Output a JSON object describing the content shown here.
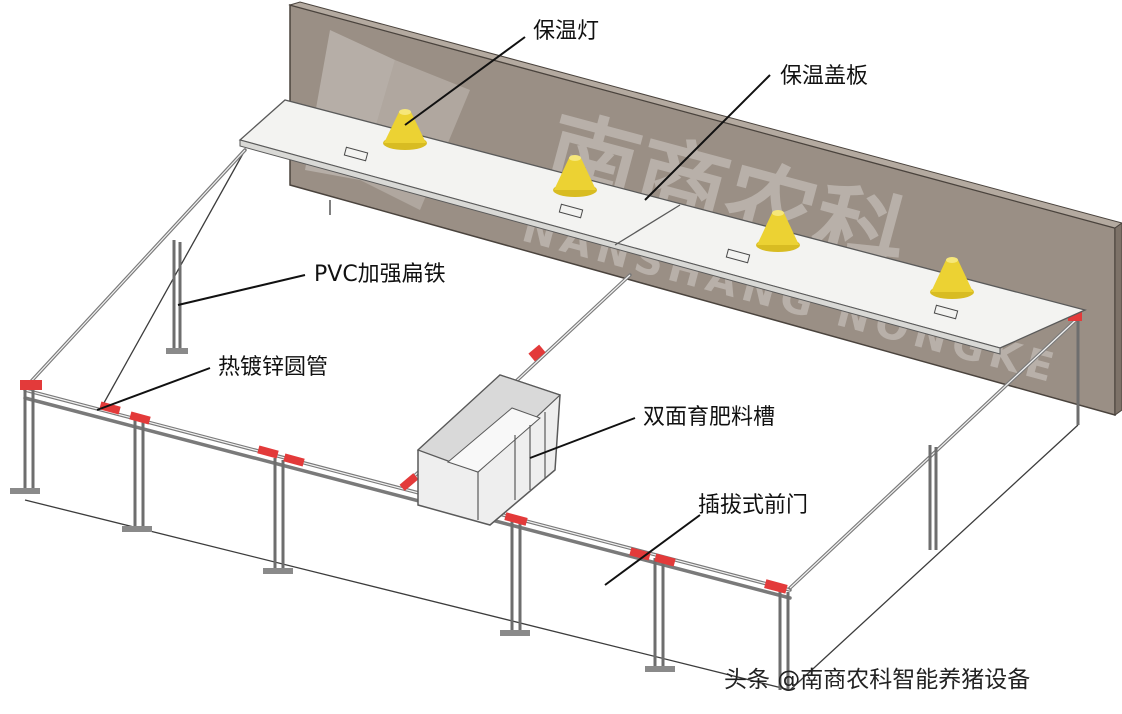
{
  "diagram": {
    "labels": {
      "lamp": "保温灯",
      "cover": "保温盖板",
      "flat_iron": "PVC加强扁铁",
      "pipe": "热镀锌圆管",
      "trough": "双面育肥料槽",
      "gate": "插拔式前门"
    },
    "watermark": {
      "chinese": "南商农科",
      "english": "NANSHANG NONGKE"
    },
    "credit": "头条 @南商农科智能养猪设备",
    "colors": {
      "wall": "#9a8f85",
      "wall_dark": "#7d7268",
      "cover_board": "#f3f3f1",
      "lamp": "#ecd233",
      "clamp": "#e33a3a",
      "pipe": "#7a7a7a"
    }
  }
}
